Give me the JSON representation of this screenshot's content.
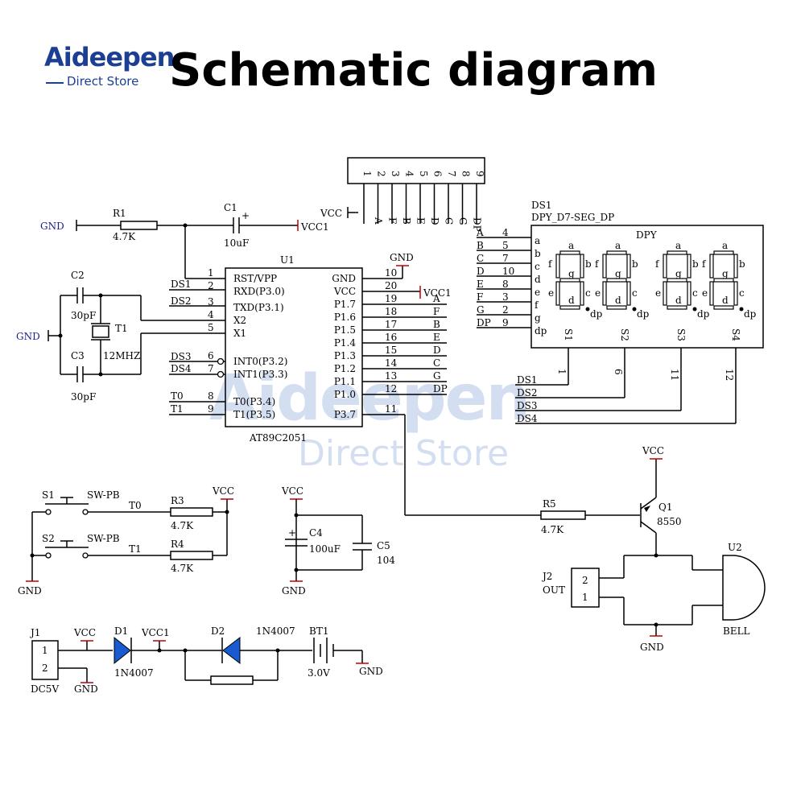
{
  "header": {
    "logo_main": "Aideepen",
    "logo_sub": "Direct Store",
    "title": "Schematic diagram"
  },
  "watermark": {
    "main": "Aideepen",
    "sub": "Direct Store"
  },
  "colors": {
    "brand": "#1c3f94",
    "wire": "#000000",
    "vcc_stub": "#c00000",
    "watermark": "#3d6fbf"
  },
  "mcu": {
    "ref": "U1",
    "part": "AT89C2051",
    "left_pins": [
      {
        "num": "1",
        "label": "RST/VPP"
      },
      {
        "num": "2",
        "label": "RXD(P3.0)"
      },
      {
        "num": "3",
        "label": "TXD(P3.1)"
      },
      {
        "num": "4",
        "label": "X2"
      },
      {
        "num": "5",
        "label": "X1"
      },
      {
        "num": "6",
        "label": "INT0(P3.2)"
      },
      {
        "num": "7",
        "label": "INT1(P3.3)"
      },
      {
        "num": "8",
        "label": "T0(P3.4)"
      },
      {
        "num": "9",
        "label": "T1(P3.5)"
      }
    ],
    "right_pins": [
      {
        "num": "10",
        "label": "GND",
        "net": "GND"
      },
      {
        "num": "20",
        "label": "VCC",
        "net": "VCC1"
      },
      {
        "num": "19",
        "label": "P1.7",
        "net": "A"
      },
      {
        "num": "18",
        "label": "P1.6",
        "net": "F"
      },
      {
        "num": "17",
        "label": "P1.5",
        "net": "B"
      },
      {
        "num": "16",
        "label": "P1.4",
        "net": "E"
      },
      {
        "num": "15",
        "label": "P1.3",
        "net": "D"
      },
      {
        "num": "14",
        "label": "P1.2",
        "net": "C"
      },
      {
        "num": "13",
        "label": "P1.1",
        "net": "G"
      },
      {
        "num": "12",
        "label": "P1.0",
        "net": "DP"
      },
      {
        "num": "11",
        "label": "P3.7",
        "net": ""
      }
    ],
    "left_nets": [
      "DS1",
      "DS2",
      "DS3",
      "DS4",
      "T0",
      "T1"
    ]
  },
  "reset": {
    "gnd": "GND",
    "r1_ref": "R1",
    "r1_val": "4.7K",
    "c1_ref": "C1",
    "c1_val": "10uF",
    "vcc1": "VCC1"
  },
  "crystal": {
    "gnd": "GND",
    "c2_ref": "C2",
    "c2_val": "30pF",
    "c3_ref": "C3",
    "c3_val": "30pF",
    "t1_ref": "T1",
    "t1_val": "12MHZ"
  },
  "connector": {
    "pins": [
      "1",
      "2",
      "3",
      "4",
      "5",
      "6",
      "7",
      "8",
      "9"
    ],
    "vcc": "VCC",
    "nets": [
      "A",
      "F",
      "B",
      "E",
      "D",
      "C",
      "G",
      "DP"
    ]
  },
  "display": {
    "ref": "DS1",
    "part": "DPY_D7-SEG_DP",
    "title": "DPY",
    "pins": [
      {
        "net": "A",
        "num": "4",
        "seg": "a"
      },
      {
        "net": "B",
        "num": "5",
        "seg": "b"
      },
      {
        "net": "C",
        "num": "7",
        "seg": "c"
      },
      {
        "net": "D",
        "num": "10",
        "seg": "d"
      },
      {
        "net": "E",
        "num": "8",
        "seg": "e"
      },
      {
        "net": "F",
        "num": "3",
        "seg": "f"
      },
      {
        "net": "G",
        "num": "2",
        "seg": "g"
      },
      {
        "net": "DP",
        "num": "9",
        "seg": "dp"
      }
    ],
    "digit_segs": [
      "a",
      "b",
      "c",
      "d",
      "e",
      "f",
      "g",
      "dp"
    ],
    "common": [
      {
        "label": "S1",
        "num": "1",
        "net": "DS1"
      },
      {
        "label": "S2",
        "num": "6",
        "net": "DS2"
      },
      {
        "label": "S3",
        "num": "11",
        "net": "DS3"
      },
      {
        "label": "S4",
        "num": "12",
        "net": "DS4"
      }
    ]
  },
  "buttons": {
    "s1_ref": "S1",
    "s1_type": "SW-PB",
    "s1_net": "T0",
    "s2_ref": "S2",
    "s2_type": "SW-PB",
    "s2_net": "T1",
    "r3_ref": "R3",
    "r3_val": "4.7K",
    "r4_ref": "R4",
    "r4_val": "4.7K",
    "vcc": "VCC",
    "gnd": "GND"
  },
  "decoupling": {
    "vcc": "VCC",
    "gnd": "GND",
    "c4_ref": "C4",
    "c4_val": "100uF",
    "c5_ref": "C5",
    "c5_val": "104"
  },
  "buzzer": {
    "r5_ref": "R5",
    "r5_val": "4.7K",
    "q1_ref": "Q1",
    "q1_val": "8550",
    "vcc": "VCC",
    "gnd": "GND",
    "j2_ref": "J2",
    "j2_name": "OUT",
    "j2_pins": [
      "2",
      "1"
    ],
    "u2_ref": "U2",
    "u2_name": "BELL"
  },
  "power": {
    "j1_ref": "J1",
    "j1_name": "DC5V",
    "j1_pins": [
      "1",
      "2"
    ],
    "vcc": "VCC",
    "gnd1": "GND",
    "d1_ref": "D1",
    "d1_val": "1N4007",
    "vcc1": "VCC1",
    "d2_ref": "D2",
    "d2_val": "1N4007",
    "bt1_ref": "BT1",
    "bt1_val": "3.0V",
    "gnd2": "GND"
  }
}
